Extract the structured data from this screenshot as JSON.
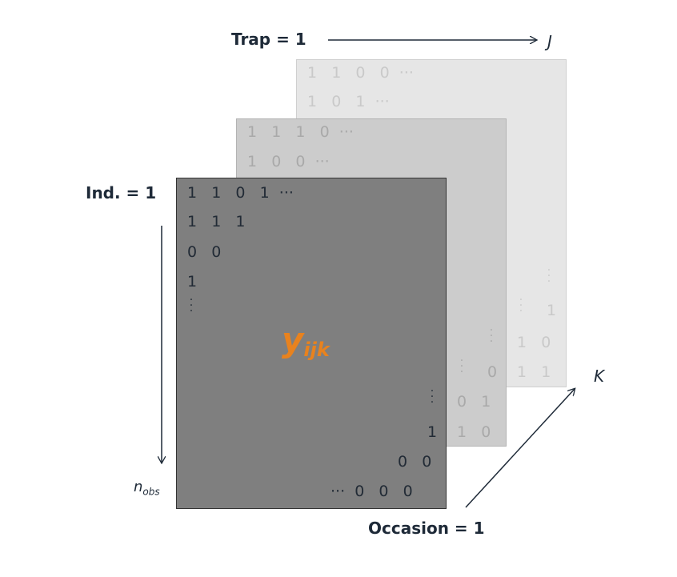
{
  "labels": {
    "trap": "Trap = 1",
    "J": "J",
    "individual": "Ind. = 1",
    "n_obs": "n",
    "n_obs_sub": "obs",
    "K": "K",
    "occasion": "Occasion = 1",
    "y_main": "y",
    "y_sub": "ijk"
  },
  "back_sheet": {
    "row1": "1   1   0   0  ···",
    "row2": "1   0   1  ···",
    "right_row1": "1",
    "right_row2": "1   0",
    "right_row3": "1   1"
  },
  "mid_sheet": {
    "row1": "1   1   1   0  ···",
    "row2": "1   0   0  ···",
    "right_row1": "0",
    "right_row2": "0   1",
    "right_row3": "1   0"
  },
  "front_sheet": {
    "row1": "1   1   0   1  ···",
    "row2": "1   1   1",
    "row3": "0   0",
    "row4": "1",
    "right_row1": "1",
    "right_row2": "0   0",
    "right_row3": "···  0   0   0"
  },
  "colors": {
    "back_sheet": "#e6e6e6",
    "mid_sheet": "#cccccc",
    "front_sheet": "#7f7f7f",
    "accent": "#e8821e",
    "text": "#1e2a38"
  }
}
